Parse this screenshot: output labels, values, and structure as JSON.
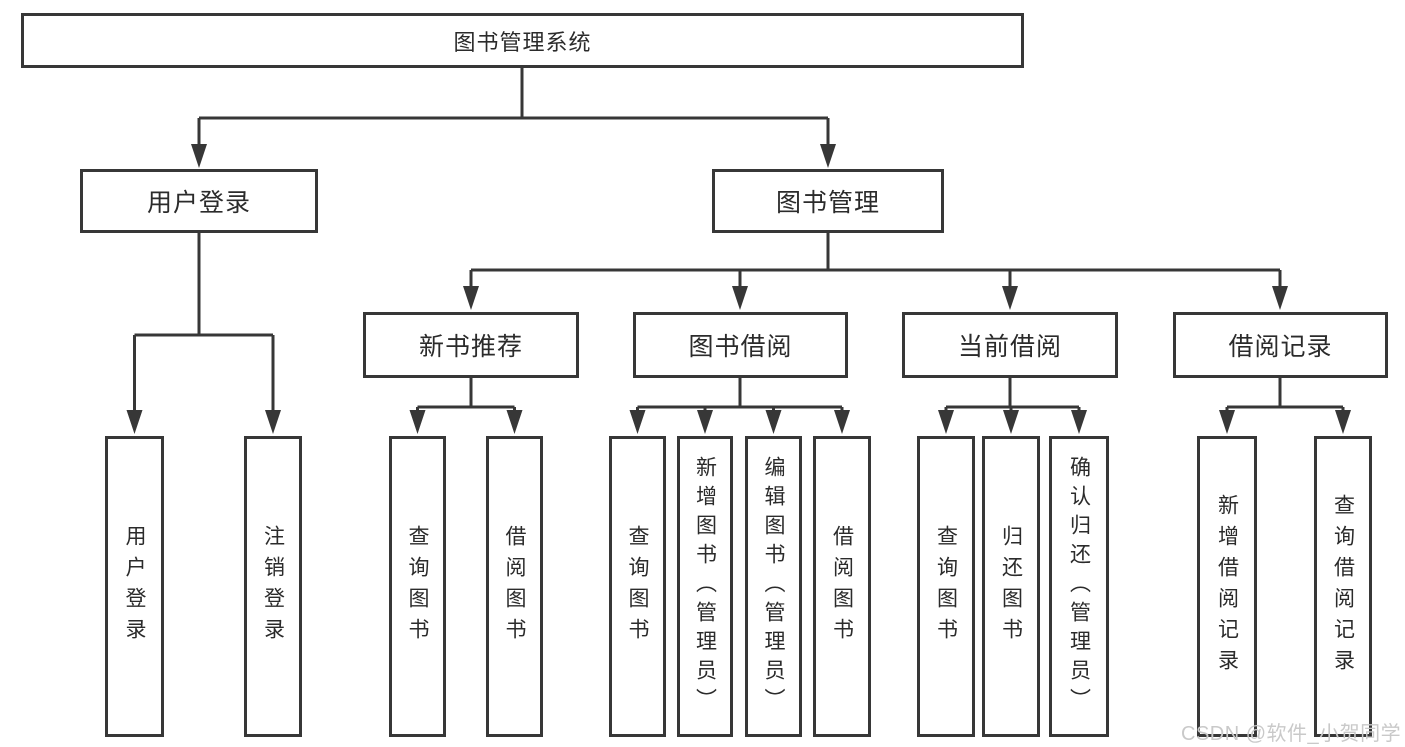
{
  "colors": {
    "line": "#373737",
    "box_border": "#373737",
    "box_fill": "#ffffff",
    "text": "#2b2b2b",
    "watermark_text": "#c9c9c9",
    "background": "#ffffff"
  },
  "watermark": {
    "text": "CSDN @软件_小贺同学"
  },
  "tree": {
    "root": "图书管理系统",
    "branches": [
      {
        "label": "用户登录",
        "leaves": [
          "用户登录",
          "注销登录"
        ]
      },
      {
        "label": "图书管理",
        "sections": [
          {
            "label": "新书推荐",
            "leaves": [
              "查询图书",
              "借阅图书"
            ]
          },
          {
            "label": "图书借阅",
            "leaves": [
              "查询图书",
              "新增图书（管理员）",
              "编辑图书（管理员）",
              "借阅图书"
            ]
          },
          {
            "label": "当前借阅",
            "leaves": [
              "查询图书",
              "归还图书",
              "确认归还（管理员）"
            ]
          },
          {
            "label": "借阅记录",
            "leaves": [
              "新增借阅记录",
              "查询借阅记录"
            ]
          }
        ]
      }
    ]
  }
}
